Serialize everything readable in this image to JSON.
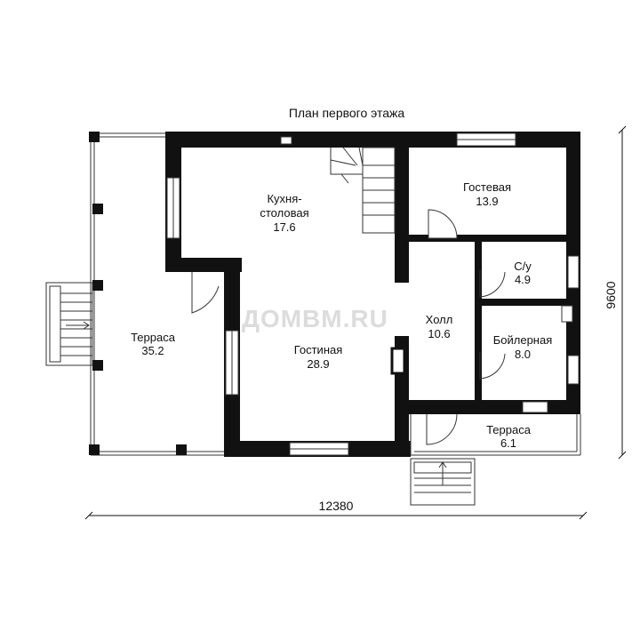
{
  "title": "План первого этажа",
  "watermark": "ДОМВМ.RU",
  "dimensions": {
    "width": "12380",
    "height": "9600"
  },
  "rooms": {
    "kitchen": {
      "name_line1": "Кухня-",
      "name_line2": "столовая",
      "area": "17.6"
    },
    "guest": {
      "name": "Гостевая",
      "area": "13.9"
    },
    "bath": {
      "name": "С/у",
      "area": "4.9"
    },
    "hall": {
      "name": "Холл",
      "area": "10.6"
    },
    "boiler": {
      "name": "Бойлерная",
      "area": "8.0"
    },
    "living": {
      "name": "Гостиная",
      "area": "28.9"
    },
    "terrace_big": {
      "name": "Терраса",
      "area": "35.2"
    },
    "terrace_small": {
      "name": "Терраса",
      "area": "6.1"
    }
  },
  "colors": {
    "wall": "#111111",
    "line": "#333333",
    "watermark": "#dcdcdc"
  }
}
